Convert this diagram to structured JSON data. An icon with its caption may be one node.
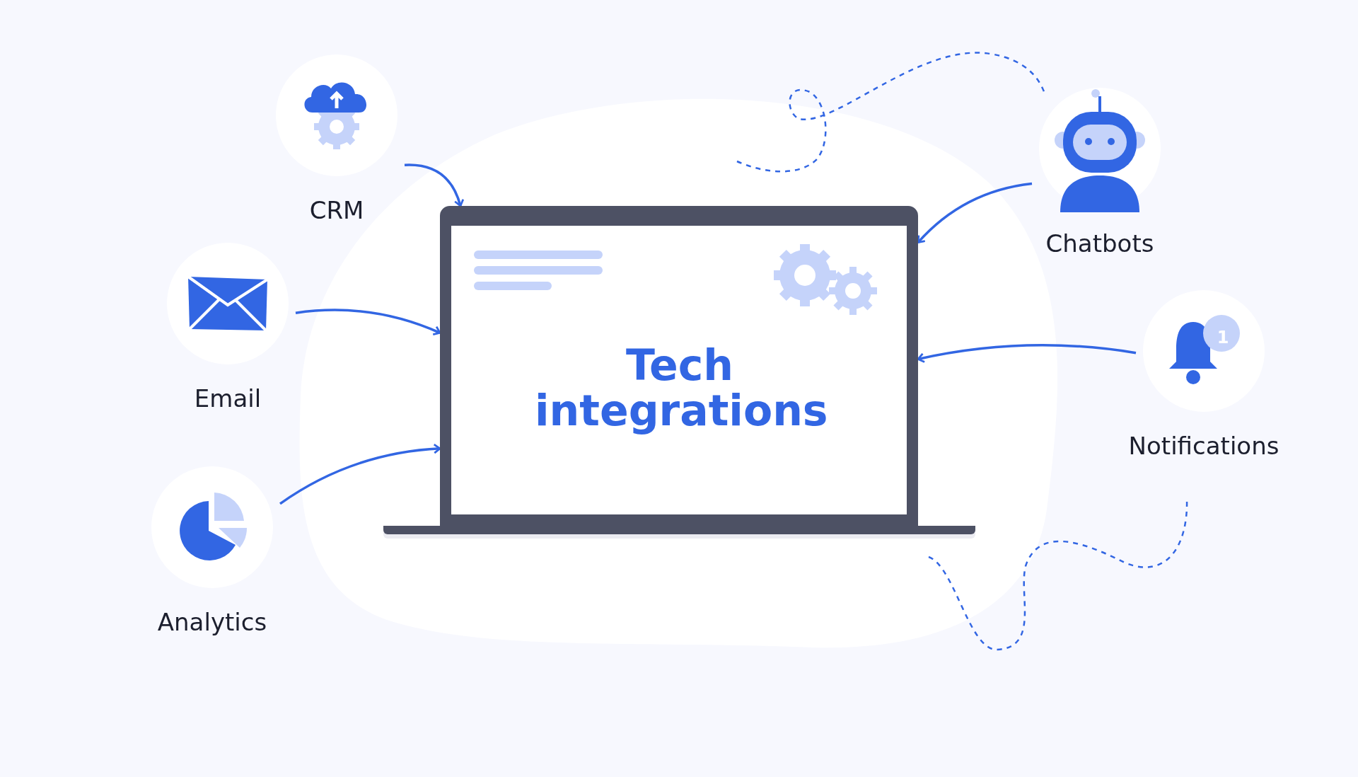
{
  "diagram": {
    "nodes": [
      {
        "text": [
          "Tech integrations"
        ]
      },
      {
        "text": [
          "CRM"
        ]
      },
      {
        "text": [
          "Email"
        ]
      },
      {
        "text": [
          "Analytics"
        ]
      },
      {
        "text": [
          "Chatbots"
        ]
      },
      {
        "text": [
          "Notifications"
        ]
      }
    ],
    "edges": [
      {
        "from": 1,
        "to": 0,
        "arrow": "to"
      },
      {
        "from": 2,
        "to": 0,
        "arrow": "to"
      },
      {
        "from": 3,
        "to": 0,
        "arrow": "to"
      },
      {
        "from": 4,
        "to": 0,
        "arrow": "to"
      },
      {
        "from": 5,
        "to": 0,
        "arrow": "to"
      }
    ],
    "labels": [
      "1"
    ]
  }
}
